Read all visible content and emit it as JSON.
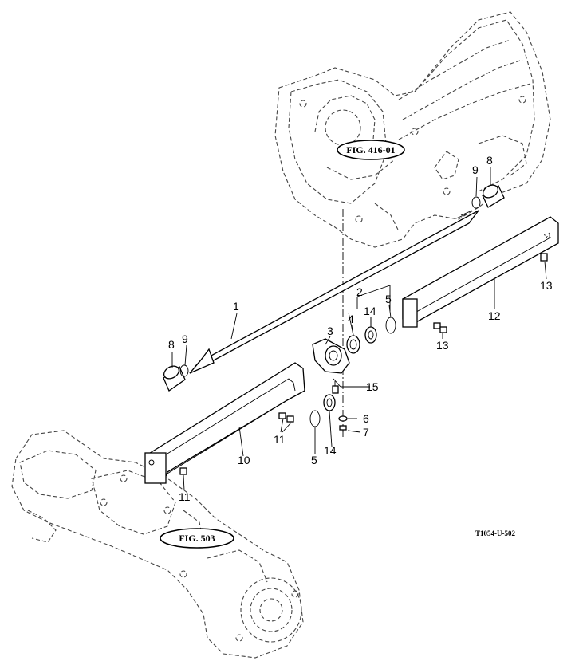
{
  "figure": {
    "code": "T1054-U-502",
    "references": {
      "transmission": "FIG. 416-01",
      "front_axle": "FIG. 503"
    },
    "callouts": [
      "1",
      "2",
      "3",
      "4",
      "5",
      "5",
      "6",
      "7",
      "8",
      "8",
      "9",
      "9",
      "10",
      "11",
      "11",
      "12",
      "13",
      "13",
      "14",
      "14",
      "15"
    ]
  },
  "parts": {
    "p1": "1",
    "p2": "2",
    "p3": "3",
    "p4": "4",
    "p5a": "5",
    "p5b": "5",
    "p6": "6",
    "p7": "7",
    "p8a": "8",
    "p8b": "8",
    "p9a": "9",
    "p9b": "9",
    "p10": "10",
    "p11a": "11",
    "p11b": "11",
    "p12": "12",
    "p13a": "13",
    "p13b": "13",
    "p14a": "14",
    "p14b": "14",
    "p15": "15"
  }
}
